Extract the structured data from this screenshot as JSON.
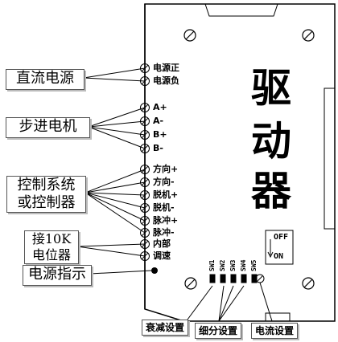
{
  "title": "驱动器",
  "left_labels": {
    "dc_power": "直流电源",
    "stepper_motor": "步进电机",
    "controller_line1": "控制系统",
    "controller_line2": "或控制器",
    "pot_line1": "接10K",
    "pot_line2": "电位器",
    "power_indicator": "电源指示"
  },
  "terminals": [
    "电源正",
    "电源负",
    "A+",
    "A-",
    "B+",
    "B-",
    "方向+",
    "方向-",
    "脱机+",
    "脱机-",
    "脉冲+",
    "脉冲-",
    "内部",
    "调速"
  ],
  "dip_switches": [
    "SW1",
    "SW2",
    "SW3",
    "SW4",
    "SW5"
  ],
  "switch_state": {
    "off": "OFF",
    "on": "ON"
  },
  "callouts": {
    "attenuation": "衰减设置",
    "microstep": "细分设置",
    "current": "电流设置"
  }
}
